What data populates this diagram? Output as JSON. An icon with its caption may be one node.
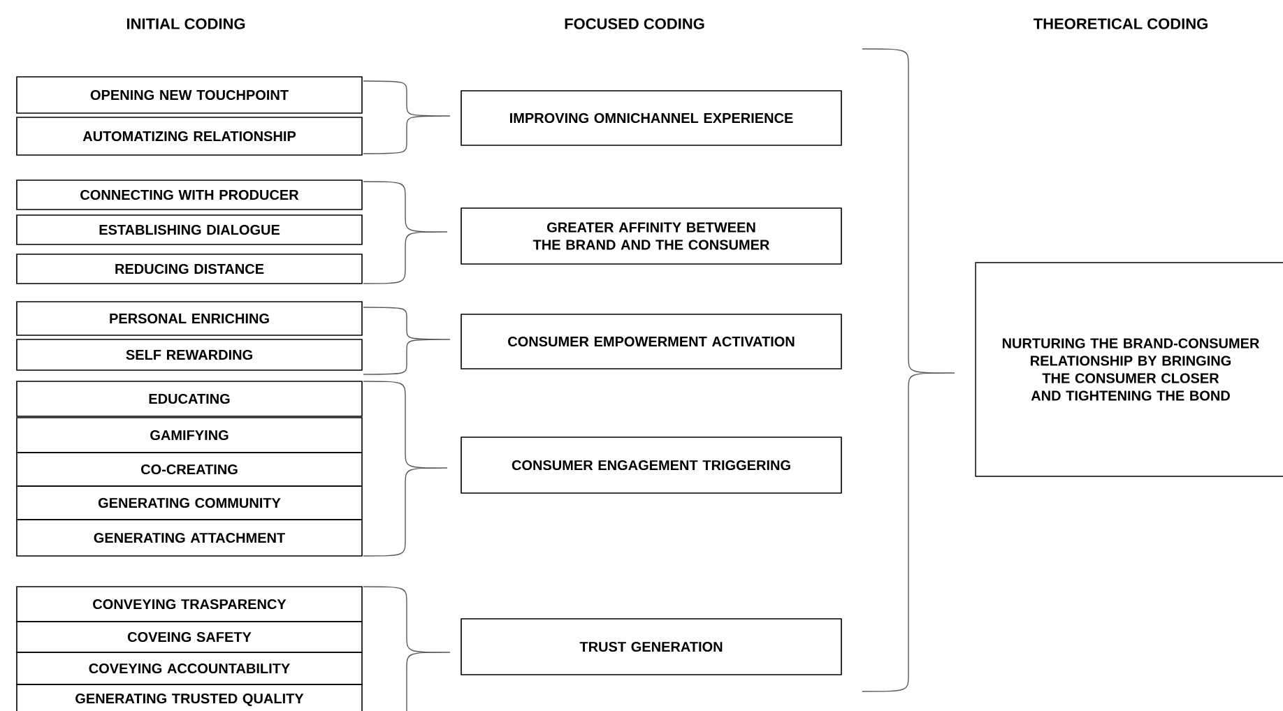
{
  "diagram": {
    "nodes": [
      {
        "text": [
          "OPENING NEW TOUCHPOINT"
        ]
      },
      {
        "text": [
          "AUTOMATIZING RELATIONSHIP"
        ]
      },
      {
        "text": [
          "CONNECTING WITH PRODUCER"
        ]
      },
      {
        "text": [
          "ESTABLISHING DIALOGUE"
        ]
      },
      {
        "text": [
          "REDUCING DISTANCE"
        ]
      },
      {
        "text": [
          "PERSONAL ENRICHING"
        ]
      },
      {
        "text": [
          "SELF REWARDING"
        ]
      },
      {
        "text": [
          "EDUCATING"
        ]
      },
      {
        "text": [
          "GAMIFYING"
        ]
      },
      {
        "text": [
          "CO-CREATING"
        ]
      },
      {
        "text": [
          "GENERATING COMMUNITY"
        ]
      },
      {
        "text": [
          "GENERATING ATTACHMENT"
        ]
      },
      {
        "text": [
          "CONVEYING TRASPARENCY"
        ]
      },
      {
        "text": [
          "COVEING SAFETY"
        ]
      },
      {
        "text": [
          "COVEYING ACCOUNTABILITY"
        ]
      },
      {
        "text": [
          "GENERATING TRUSTED QUALITY"
        ]
      },
      {
        "text": [
          "IMPROVING OMNICHANNEL EXPERIENCE"
        ]
      },
      {
        "text": [
          "GREATER AFFINITY BETWEEN THE BRAND AND THE CONSUMER"
        ]
      },
      {
        "text": [
          "CONSUMER EMPOWERMENT ACTIVATION"
        ]
      },
      {
        "text": [
          "CONSUMER ENGAGEMENT TRIGGERING"
        ]
      },
      {
        "text": [
          "TRUST GENERATION"
        ]
      },
      {
        "text": [
          "NURTURING THE BRAND-CONSUMER RELATIONSHIP BY BRINGING THE CONSUMER CLOSER AND TIGHTENING THE BOND"
        ]
      }
    ],
    "labels": [
      "INITIAL CODING",
      "FOCUSED CODING",
      "THEORETICAL CODING"
    ]
  }
}
